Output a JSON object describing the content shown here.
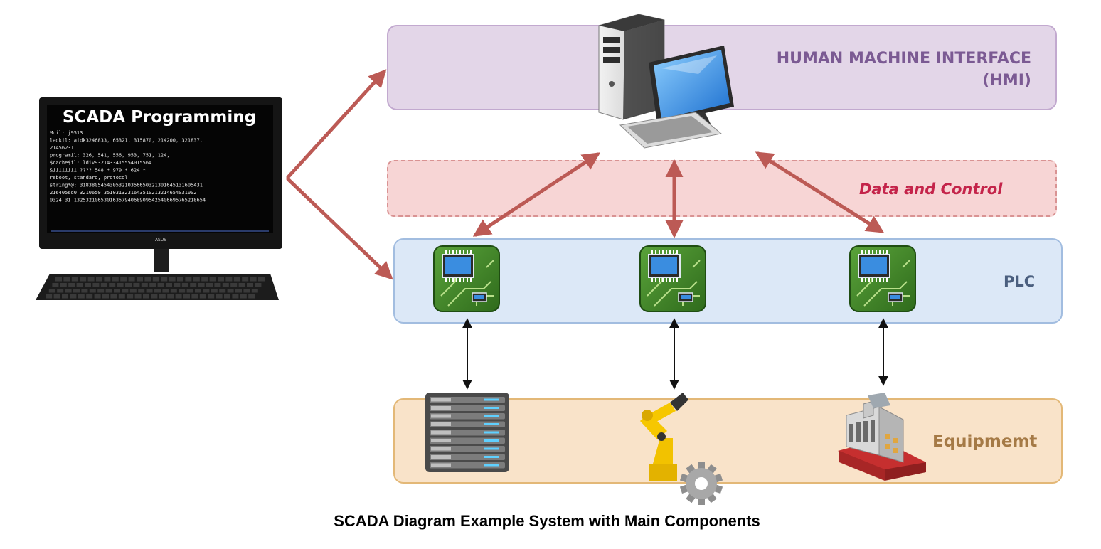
{
  "layers": {
    "hmi": {
      "line1": "HUMAN MACHINE INTERFACE",
      "line2": "(HMI)"
    },
    "data_control": {
      "label": "Data and Control"
    },
    "plc": {
      "label": "PLC"
    },
    "equipment": {
      "label": "Equipmemt"
    }
  },
  "programming_monitor": {
    "title": "SCADA Programming",
    "lines": [
      "Mdil: j9513",
      "ladkil: aidk3246833, 65321, 315870, 214200, 321837,",
      "21456231",
      "programil: 326, 541, 556, 953, 751, 124,",
      "$cache$il: ldiv9321433415554015564",
      "&iiiiiiii ???? 548 * 979 * 624 *",
      "reboot, standard, protocol",
      "string*@: 31838054543053210356650321301645131605431",
      "2164056d0 3210650 3510313231643510213214654031002",
      "0324 31 13253210653016357940689095425406695765218654"
    ],
    "brand": "ASUS"
  },
  "caption": "SCADA Diagram Example System with Main Components",
  "colors": {
    "arrow_red": "#bc5a55",
    "arrow_black": "#111111",
    "hmi_fill": "#e3d6e8",
    "data_fill": "#f7d5d5",
    "plc_fill": "#dce8f7",
    "equipment_fill": "#f9e3c9"
  },
  "icons": {
    "hmi": "desktop-computer-icon",
    "plc": [
      "circuit-board-icon",
      "circuit-board-icon",
      "circuit-board-icon"
    ],
    "equipment": [
      "server-rack-icon",
      "robot-arm-icon",
      "factory-icon"
    ]
  }
}
